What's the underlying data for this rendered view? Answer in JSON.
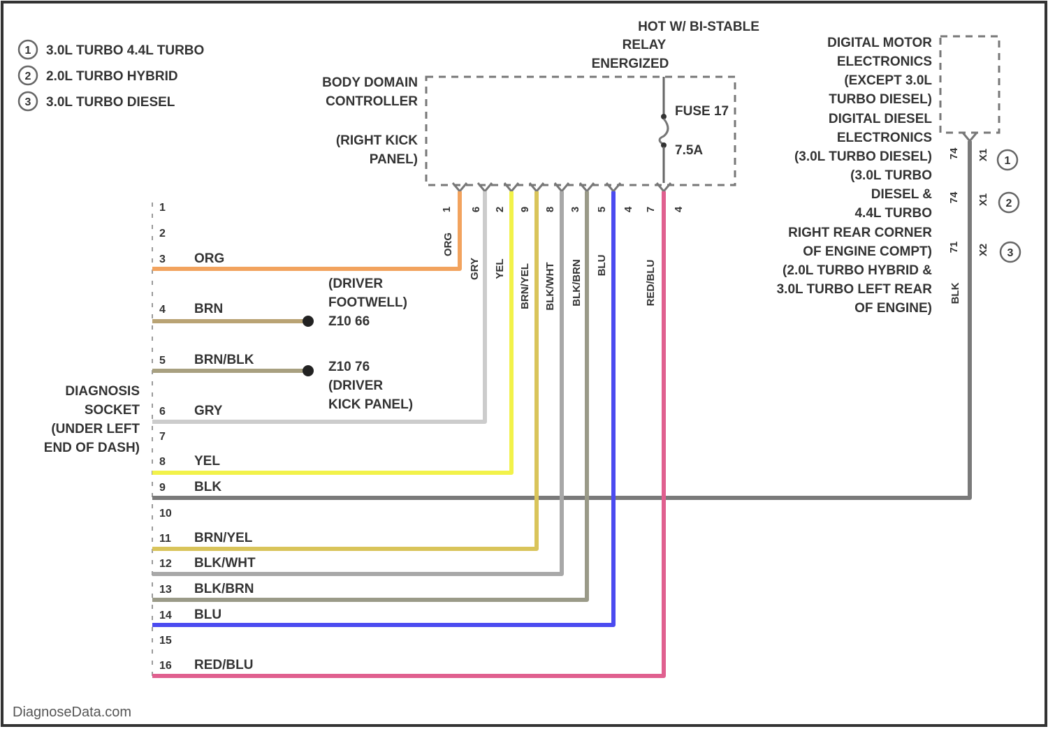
{
  "legend": [
    {
      "num": "1",
      "label": "3.0L TURBO 4.4L TURBO"
    },
    {
      "num": "2",
      "label": "2.0L TURBO HYBRID"
    },
    {
      "num": "3",
      "label": "3.0L TURBO DIESEL"
    }
  ],
  "relay_label": [
    "HOT W/ BI-STABLE",
    "RELAY",
    "ENERGIZED"
  ],
  "bdc_label": [
    "BODY DOMAIN",
    "CONTROLLER",
    "",
    "(RIGHT KICK",
    "PANEL)"
  ],
  "fuse": {
    "name": "FUSE 17",
    "rating": "7.5A"
  },
  "bdc_pins": [
    "1",
    "6",
    "2",
    "9",
    "8",
    "3",
    "5",
    "4",
    "7",
    "4"
  ],
  "bdc_wire_labels": [
    "ORG",
    "GRY",
    "YEL",
    "BRN/YEL",
    "BLK/WHT",
    "BLK/BRN",
    "BLU",
    "RED/BLU"
  ],
  "dme_label": [
    "DIGITAL MOTOR",
    "ELECTRONICS",
    "(EXCEPT 3.0L",
    "TURBO DIESEL)",
    "DIGITAL DIESEL",
    "ELECTRONICS",
    "(3.0L TURBO DIESEL)",
    "(3.0L TURBO",
    "DIESEL &",
    "4.4L TURBO",
    "RIGHT REAR CORNER",
    "OF ENGINE COMPT)",
    "(2.0L TURBO HYBRID &",
    "3.0L TURBO LEFT REAR",
    "OF ENGINE)"
  ],
  "dme_pins": [
    {
      "pin": "74",
      "conn": "X1",
      "variant": "1"
    },
    {
      "pin": "74",
      "conn": "X1",
      "variant": "2"
    },
    {
      "pin": "71",
      "conn": "X2",
      "variant": "3"
    }
  ],
  "dme_wire_label": "BLK",
  "socket_label": [
    "DIAGNOSIS",
    "SOCKET",
    "(UNDER LEFT",
    "END OF DASH)"
  ],
  "socket_pins": [
    {
      "pin": "1",
      "color": ""
    },
    {
      "pin": "2",
      "color": ""
    },
    {
      "pin": "3",
      "color": "ORG"
    },
    {
      "pin": "4",
      "color": "BRN"
    },
    {
      "pin": "5",
      "color": "BRN/BLK"
    },
    {
      "pin": "6",
      "color": "GRY"
    },
    {
      "pin": "7",
      "color": ""
    },
    {
      "pin": "8",
      "color": "YEL"
    },
    {
      "pin": "9",
      "color": "BLK"
    },
    {
      "pin": "10",
      "color": ""
    },
    {
      "pin": "11",
      "color": "BRN/YEL"
    },
    {
      "pin": "12",
      "color": "BLK/WHT"
    },
    {
      "pin": "13",
      "color": "BLK/BRN"
    },
    {
      "pin": "14",
      "color": "BLU"
    },
    {
      "pin": "15",
      "color": ""
    },
    {
      "pin": "16",
      "color": "RED/BLU"
    }
  ],
  "ground_1": {
    "id": "Z10 66",
    "location": [
      "(DRIVER",
      "FOOTWELL)"
    ]
  },
  "ground_2": {
    "id": "Z10 76",
    "location": [
      "(DRIVER",
      "KICK PANEL)"
    ]
  },
  "watermark": "DiagnoseData.com",
  "wire_colors": {
    "ORG": "#f2a35e",
    "BRN": "#b9a374",
    "BRN/BLK": "#a8a080",
    "GRY": "#cccccc",
    "YEL": "#f2f24a",
    "BLK": "#7a7a7a",
    "BRN/YEL": "#d9c45a",
    "BLK/WHT": "#a8a8a8",
    "BLK/BRN": "#9a9a88",
    "BLU": "#4b4bf0",
    "RED/BLU": "#e0608f"
  }
}
